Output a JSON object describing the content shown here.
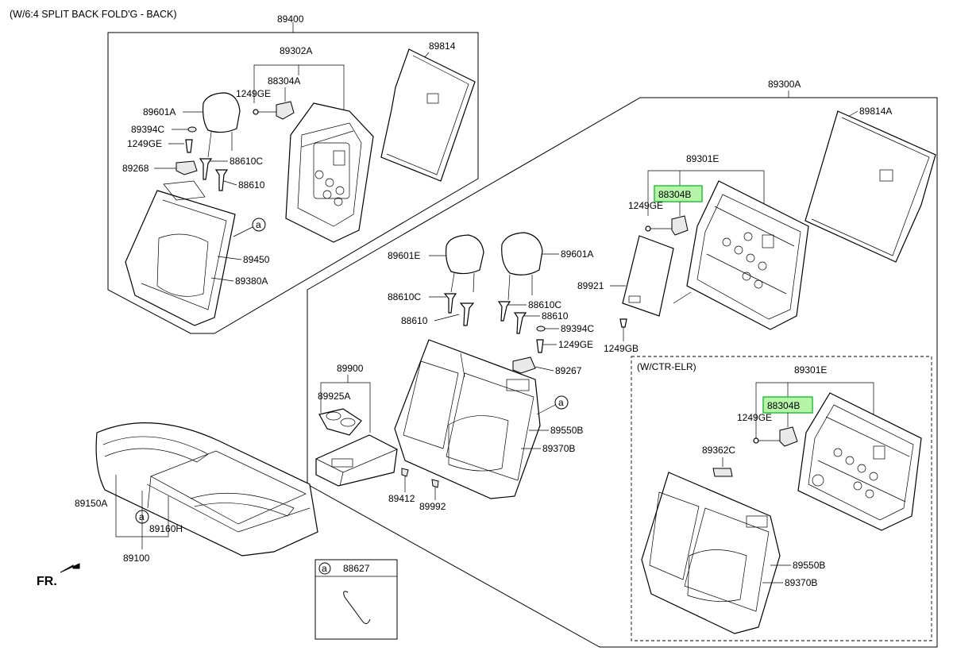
{
  "header": {
    "title": "(W/6:4 SPLIT BACK FOLD'G - BACK)"
  },
  "colors": {
    "highlight_fill": "#b6f5a7",
    "highlight_border": "#27c33a",
    "line": "#000000"
  },
  "labels": {
    "g89400": "89400",
    "g89302A": "89302A",
    "g88304A": "88304A",
    "g1249GE_1": "1249GE",
    "g89814": "89814",
    "g89601A_1": "89601A",
    "g89394C_1": "89394C",
    "g1249GE_2": "1249GE",
    "g89268": "89268",
    "g88610C_1": "88610C",
    "g88610_1": "88610",
    "g89450": "89450",
    "g89380A": "89380A",
    "g89300A": "89300A",
    "g89814A": "89814A",
    "g89301E_1": "89301E",
    "g88304B_1": "88304B",
    "g1249GE_3": "1249GE",
    "g89921": "89921",
    "g1249GB": "1249GB",
    "g89601E": "89601E",
    "g89601A_2": "89601A",
    "g88610C_2": "88610C",
    "g88610C_3": "88610C",
    "g88610_2": "88610",
    "g88610_3": "88610",
    "g89394C_2": "89394C",
    "g1249GE_4": "1249GE",
    "g89267": "89267",
    "g89900": "89900",
    "g89925A": "89925A",
    "g89550B_1": "89550B",
    "g89370B_1": "89370B",
    "g89412": "89412",
    "g89992": "89992",
    "g89150A": "89150A",
    "g89160H": "89160H",
    "g89100": "89100",
    "g88627": "88627",
    "ctr_elr": "(W/CTR-ELR)",
    "g89301E_2": "89301E",
    "g88304B_2": "88304B",
    "g1249GE_5": "1249GE",
    "g89362C": "89362C",
    "g89550B_2": "89550B",
    "g89370B_2": "89370B",
    "fr": "FR.",
    "circle_a": "a"
  }
}
